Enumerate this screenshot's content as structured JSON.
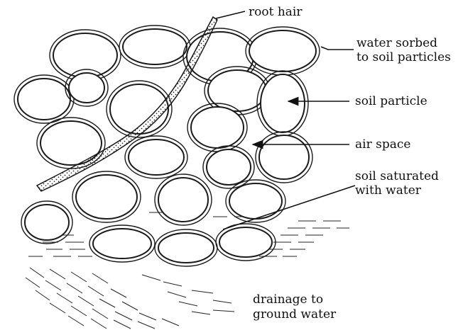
{
  "labels": {
    "root_hair": "root hair",
    "water_sorbed_line1": "water sorbed",
    "water_sorbed_line2": "to soil particles",
    "soil_particle": "soil particle",
    "air_space": "air space",
    "saturated_line1": "soil saturated",
    "saturated_line2": "with water",
    "drainage_line1": "drainage to",
    "drainage_line2": "ground water"
  }
}
